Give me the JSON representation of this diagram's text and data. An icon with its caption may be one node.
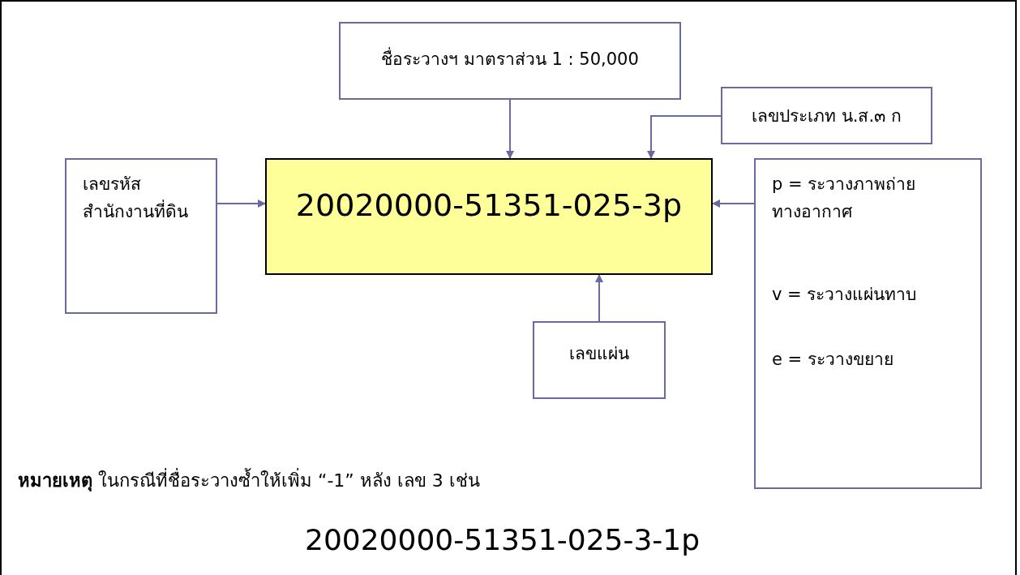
{
  "diagram": {
    "nodes": [
      {
        "text": [
          "ชื่อระวางฯ มาตราส่วน 1 : 50,000"
        ]
      },
      {
        "text": [
          "เลขประเภท น.ส.๓ ก"
        ]
      },
      {
        "text": [
          "เลขรหัส สำนักงานที่ดิน"
        ]
      },
      {
        "text": [
          "20020000-51351-025-3p"
        ]
      },
      {
        "text": [
          "p = ระวางภาพถ่าย ทางอากาศ",
          "v = ระวางแผ่นทาบ",
          "e = ระวางขยาย"
        ]
      },
      {
        "text": [
          "เลขแผ่น"
        ]
      }
    ],
    "edges": [
      {
        "from": 0,
        "to": 3,
        "arrow": "to"
      },
      {
        "from": 1,
        "to": 3,
        "arrow": "to"
      },
      {
        "from": 2,
        "to": 3,
        "arrow": "to"
      },
      {
        "from": 4,
        "to": 3,
        "arrow": "to"
      },
      {
        "from": 5,
        "to": 3,
        "arrow": "to"
      }
    ],
    "labels": [
      "**หมายเหตุ**  ในกรณีที่ชื่อระวางซ้ำให้เพิ่ม “-1” หลัง เลข 3 เช่น",
      "20020000-51351-025-3-1p"
    ]
  }
}
